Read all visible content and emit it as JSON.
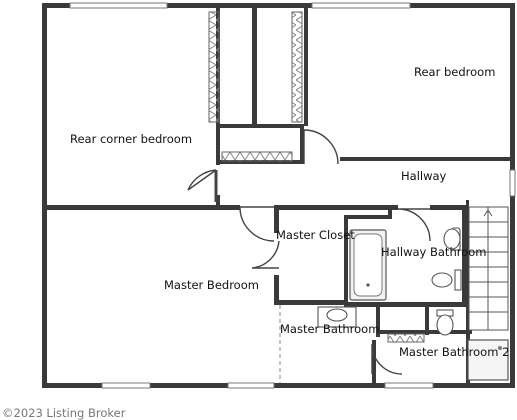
{
  "floor_plan": {
    "rooms": [
      {
        "id": "rear-corner-bedroom",
        "label": "Rear corner bedroom"
      },
      {
        "id": "rear-bedroom",
        "label": "Rear bedroom"
      },
      {
        "id": "hallway",
        "label": "Hallway"
      },
      {
        "id": "master-closet",
        "label": "Master Closet"
      },
      {
        "id": "hallway-bathroom",
        "label": "Hallway Bathroom"
      },
      {
        "id": "master-bedroom",
        "label": "Master Bedroom"
      },
      {
        "id": "master-bathroom",
        "label": "Master Bathroom"
      },
      {
        "id": "master-bathroom-2",
        "label": "Master Bathroom 2"
      }
    ],
    "fixtures": [
      "closet-doors",
      "bathtub",
      "sink",
      "toilet",
      "shower",
      "staircase"
    ]
  },
  "copyright": "©2023 Listing Broker"
}
